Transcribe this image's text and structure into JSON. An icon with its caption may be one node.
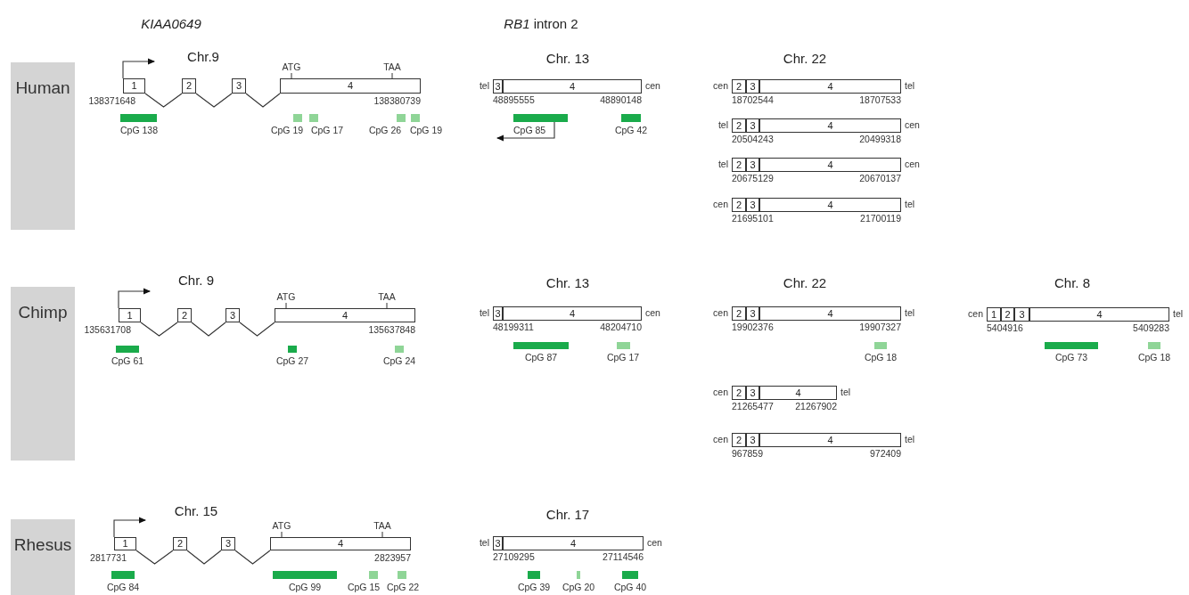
{
  "diagram": {
    "nodes": [
      {
        "text": [
          "Human"
        ]
      },
      {
        "text": [
          "1"
        ],
        "beside": [
          "138371648"
        ]
      },
      {
        "text": [
          "2"
        ]
      },
      {
        "text": [
          "3"
        ]
      },
      {
        "text": [
          "4"
        ],
        "beside": [
          "ATG",
          "TAA",
          "138380739"
        ]
      },
      {
        "text": [
          "CpG 138"
        ]
      },
      {
        "text": [
          "CpG 19"
        ]
      },
      {
        "text": [
          "CpG 17"
        ]
      },
      {
        "text": [
          "CpG 26"
        ]
      },
      {
        "text": [
          "CpG 19"
        ]
      },
      {
        "text": [
          "3"
        ],
        "beside": [
          "tel",
          "48895555"
        ]
      },
      {
        "text": [
          "4"
        ],
        "beside": [
          "cen",
          "48890148"
        ]
      },
      {
        "text": [
          "CpG 85"
        ]
      },
      {
        "text": [
          "CpG 42"
        ]
      },
      {
        "text": [
          "2"
        ],
        "beside": [
          "cen",
          "18702544"
        ]
      },
      {
        "text": [
          "3"
        ]
      },
      {
        "text": [
          "4"
        ],
        "beside": [
          "tel",
          "18707533"
        ]
      },
      {
        "text": [
          "2"
        ],
        "beside": [
          "tel",
          "20504243"
        ]
      },
      {
        "text": [
          "3"
        ]
      },
      {
        "text": [
          "4"
        ],
        "beside": [
          "cen",
          "20499318"
        ]
      },
      {
        "text": [
          "2"
        ],
        "beside": [
          "tel",
          "20675129"
        ]
      },
      {
        "text": [
          "3"
        ]
      },
      {
        "text": [
          "4"
        ],
        "beside": [
          "cen",
          "20670137"
        ]
      },
      {
        "text": [
          "2"
        ],
        "beside": [
          "cen",
          "21695101"
        ]
      },
      {
        "text": [
          "3"
        ]
      },
      {
        "text": [
          "4"
        ],
        "beside": [
          "tel",
          "21700119"
        ]
      },
      {
        "text": [
          "Chimp"
        ]
      },
      {
        "text": [
          "1"
        ],
        "beside": [
          "135631708"
        ]
      },
      {
        "text": [
          "2"
        ]
      },
      {
        "text": [
          "3"
        ]
      },
      {
        "text": [
          "4"
        ],
        "beside": [
          "ATG",
          "TAA",
          "135637848"
        ]
      },
      {
        "text": [
          "CpG 61"
        ]
      },
      {
        "text": [
          "CpG 27"
        ]
      },
      {
        "text": [
          "CpG 24"
        ]
      },
      {
        "text": [
          "3"
        ],
        "beside": [
          "tel",
          "48199311"
        ]
      },
      {
        "text": [
          "4"
        ],
        "beside": [
          "cen",
          "48204710"
        ]
      },
      {
        "text": [
          "CpG 87"
        ]
      },
      {
        "text": [
          "CpG 17"
        ]
      },
      {
        "text": [
          "2"
        ],
        "beside": [
          "cen",
          "19902376"
        ]
      },
      {
        "text": [
          "3"
        ]
      },
      {
        "text": [
          "4"
        ],
        "beside": [
          "tel",
          "19907327"
        ]
      },
      {
        "text": [
          "CpG 18"
        ]
      },
      {
        "text": [
          "2"
        ],
        "beside": [
          "cen",
          "21265477"
        ]
      },
      {
        "text": [
          "3"
        ]
      },
      {
        "text": [
          "4"
        ],
        "beside": [
          "tel",
          "21267902"
        ]
      },
      {
        "text": [
          "2"
        ],
        "beside": [
          "cen",
          "967859"
        ]
      },
      {
        "text": [
          "3"
        ]
      },
      {
        "text": [
          "4"
        ],
        "beside": [
          "tel",
          "972409"
        ]
      },
      {
        "text": [
          "1"
        ],
        "beside": [
          "cen",
          "5404916"
        ]
      },
      {
        "text": [
          "2"
        ]
      },
      {
        "text": [
          "3"
        ]
      },
      {
        "text": [
          "4"
        ],
        "beside": [
          "tel",
          "5409283"
        ]
      },
      {
        "text": [
          "CpG 73"
        ]
      },
      {
        "text": [
          "CpG 18"
        ]
      },
      {
        "text": [
          "Rhesus"
        ]
      },
      {
        "text": [
          "1"
        ],
        "beside": [
          "2817731"
        ]
      },
      {
        "text": [
          "2"
        ]
      },
      {
        "text": [
          "3"
        ]
      },
      {
        "text": [
          "4"
        ],
        "beside": [
          "ATG",
          "TAA",
          "2823957"
        ]
      },
      {
        "text": [
          "CpG 84"
        ]
      },
      {
        "text": [
          "CpG 99"
        ]
      },
      {
        "text": [
          "CpG 15"
        ]
      },
      {
        "text": [
          "CpG 22"
        ]
      },
      {
        "text": [
          "3"
        ],
        "beside": [
          "tel",
          "27109295"
        ]
      },
      {
        "text": [
          "4"
        ],
        "beside": [
          "cen",
          "27114546"
        ]
      },
      {
        "text": [
          "CpG 39"
        ]
      },
      {
        "text": [
          "CpG 20"
        ]
      },
      {
        "text": [
          "CpG 40"
        ]
      }
    ],
    "edges": [
      {
        "from": 1,
        "to": 2,
        "arrow": "none"
      },
      {
        "from": 2,
        "to": 3,
        "arrow": "none"
      },
      {
        "from": 3,
        "to": 4,
        "arrow": "none"
      },
      {
        "from": 1,
        "to": null,
        "arrow": "to"
      },
      {
        "from": 12,
        "to": null,
        "arrow": "to"
      },
      {
        "from": 27,
        "to": 28,
        "arrow": "none"
      },
      {
        "from": 28,
        "to": 29,
        "arrow": "none"
      },
      {
        "from": 29,
        "to": 30,
        "arrow": "none"
      },
      {
        "from": 27,
        "to": null,
        "arrow": "to"
      },
      {
        "from": 55,
        "to": 56,
        "arrow": "none"
      },
      {
        "from": 56,
        "to": 57,
        "arrow": "none"
      },
      {
        "from": 57,
        "to": 58,
        "arrow": "none"
      },
      {
        "from": 55,
        "to": null,
        "arrow": "to"
      }
    ],
    "labels": [
      "KIAA0649",
      "*RB1* intron 2",
      "Chr.9",
      "Chr. 13",
      "Chr. 22",
      "Chr. 9",
      "Chr. 13",
      "Chr. 22",
      "Chr. 8",
      "Chr. 15",
      "Chr. 17"
    ]
  }
}
